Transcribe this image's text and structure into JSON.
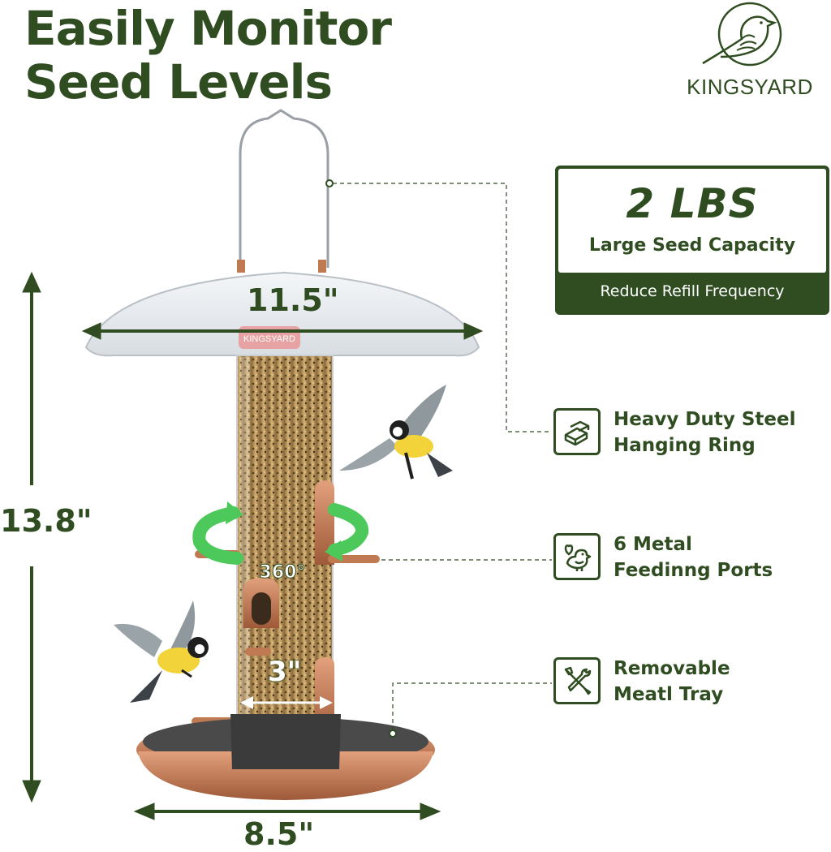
{
  "title": {
    "line1": "Easily Monitor",
    "line2": "Seed Levels"
  },
  "brand": {
    "name": "KINGSYARD",
    "label_on_feeder": "KINGSYARD"
  },
  "capacity": {
    "amount": "2 LBS",
    "label": "Large Seed Capacity",
    "sub": "Reduce Refill Frequency"
  },
  "features": [
    {
      "line1": "Heavy Duty Steel",
      "line2": "Hanging Ring",
      "icon": "steel-bars-icon"
    },
    {
      "line1": "6 Metal",
      "line2": "Feedinng Ports",
      "icon": "bird-heart-icon"
    },
    {
      "line1": "Removable",
      "line2": "Meatl Tray",
      "icon": "tools-icon"
    }
  ],
  "dimensions": {
    "roof_width": "11.5\"",
    "height": "13.8\"",
    "tube_width": "3\"",
    "tray_width": "8.5\"",
    "rotation": "360°"
  },
  "colors": {
    "brand_green": "#2f4d20",
    "copper": "#c07a52",
    "arrow_green": "#4cc95a"
  }
}
